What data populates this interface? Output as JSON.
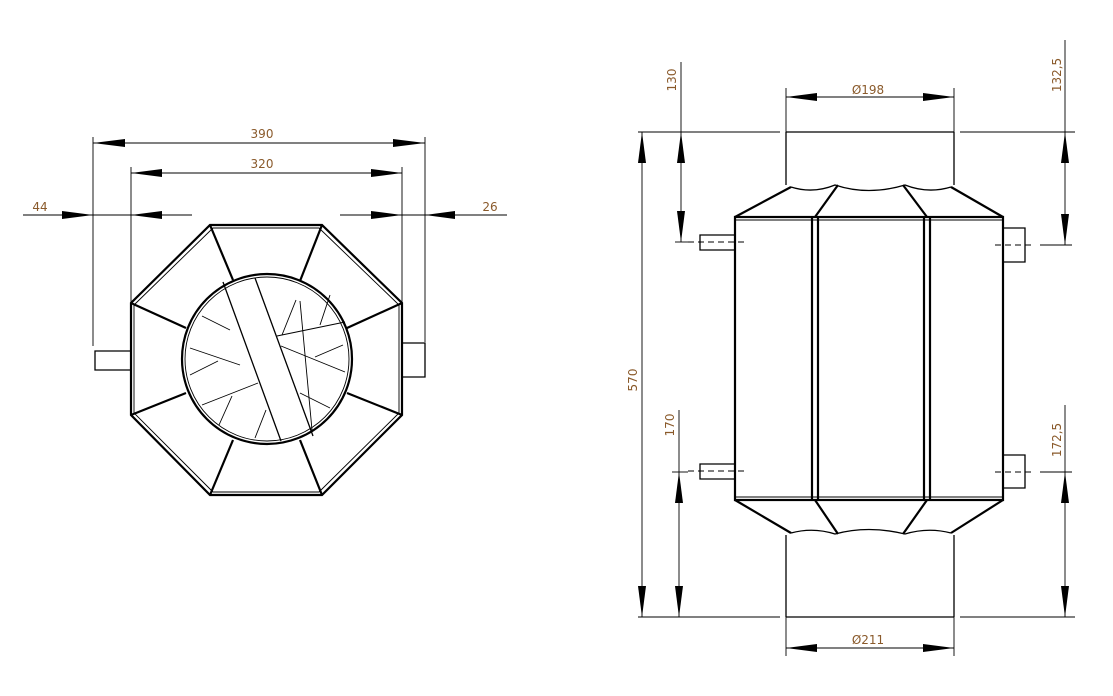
{
  "front_view": {
    "dims": {
      "overall_width": "390",
      "body_width": "320",
      "left_pipe": "44",
      "right_pipe": "26"
    }
  },
  "side_view": {
    "dims": {
      "top_diameter": "Ø198",
      "bottom_diameter": "Ø211",
      "overall_height": "570",
      "left_top_offset": "130",
      "left_bottom_offset": "170",
      "right_top_offset": "132,5",
      "right_bottom_offset": "172,5"
    }
  },
  "colors": {
    "dimension_text": "#8a5a2b",
    "lines": "#000000"
  }
}
